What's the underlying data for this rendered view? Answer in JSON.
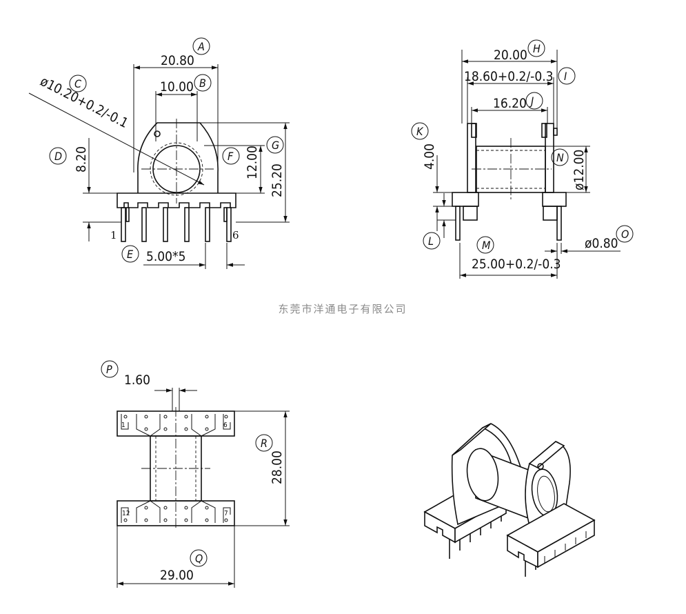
{
  "front_view": {
    "dim_a": "20.80",
    "dim_b": "10.00",
    "dim_c": "ø10.20+0.2/-0.1",
    "dim_d": "8.20",
    "dim_f": "12.00",
    "dim_g": "25.20",
    "dim_e": "5.00*5",
    "pin_first": "1",
    "pin_last": "6",
    "label_a": "A",
    "label_b": "B",
    "label_c": "C",
    "label_d": "D",
    "label_e": "E",
    "label_f": "F",
    "label_g": "G"
  },
  "side_view": {
    "dim_h": "20.00",
    "dim_i": "18.60+0.2/-0.3",
    "dim_j": "16.20",
    "dim_k": "4.00",
    "dim_n": "ø12.00",
    "dim_m": "25.00+0.2/-0.3",
    "dim_o": "ø0.80",
    "label_h": "H",
    "label_i": "I",
    "label_j": "J",
    "label_k": "K",
    "label_l": "L",
    "label_m": "M",
    "label_n": "N",
    "label_o": "O"
  },
  "company_name": "东莞市洋通电子有限公司",
  "bottom_view": {
    "dim_p": "1.60",
    "dim_r": "28.00",
    "dim_q": "29.00",
    "label_p": "P",
    "label_q": "Q",
    "label_r": "R",
    "pin_top_left": "1",
    "pin_top_right": "6",
    "pin_bottom_left": "12",
    "pin_bottom_right": "7"
  }
}
